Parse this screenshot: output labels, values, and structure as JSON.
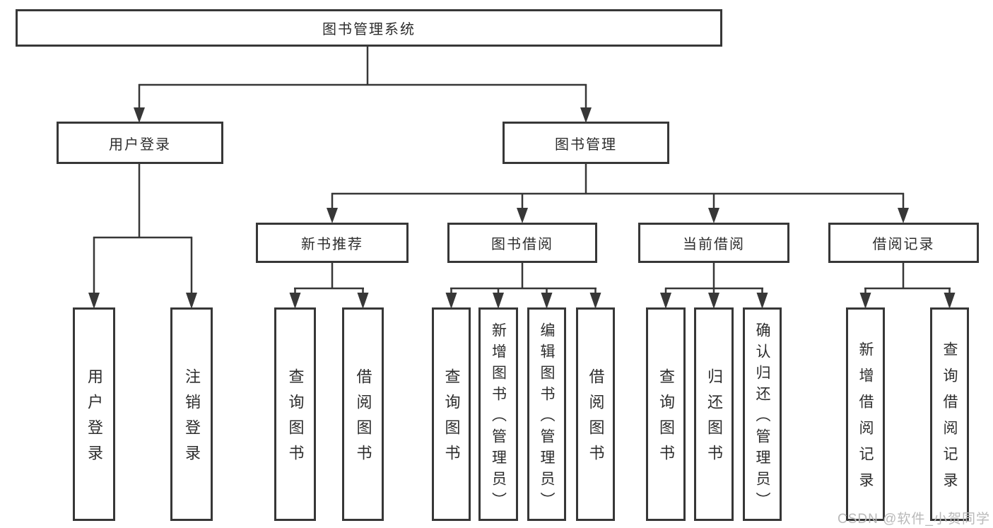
{
  "watermark": "CSDN @软件_小贺同学",
  "tree": {
    "root": {
      "label": "图书管理系统"
    },
    "children": [
      {
        "label": "用户登录",
        "children": [
          {
            "label": "用户登录"
          },
          {
            "label": "注销登录"
          }
        ]
      },
      {
        "label": "图书管理",
        "children": [
          {
            "label": "新书推荐",
            "children": [
              {
                "label": "查询图书"
              },
              {
                "label": "借阅图书"
              }
            ]
          },
          {
            "label": "图书借阅",
            "children": [
              {
                "label": "查询图书"
              },
              {
                "label": "新增图书（管理员）"
              },
              {
                "label": "编辑图书（管理员）"
              },
              {
                "label": "借阅图书"
              }
            ]
          },
          {
            "label": "当前借阅",
            "children": [
              {
                "label": "查询图书"
              },
              {
                "label": "归还图书"
              },
              {
                "label": "确认归还（管理员）"
              }
            ]
          },
          {
            "label": "借阅记录",
            "children": [
              {
                "label": "新增借阅记录"
              },
              {
                "label": "查询借阅记录"
              }
            ]
          }
        ]
      }
    ]
  }
}
